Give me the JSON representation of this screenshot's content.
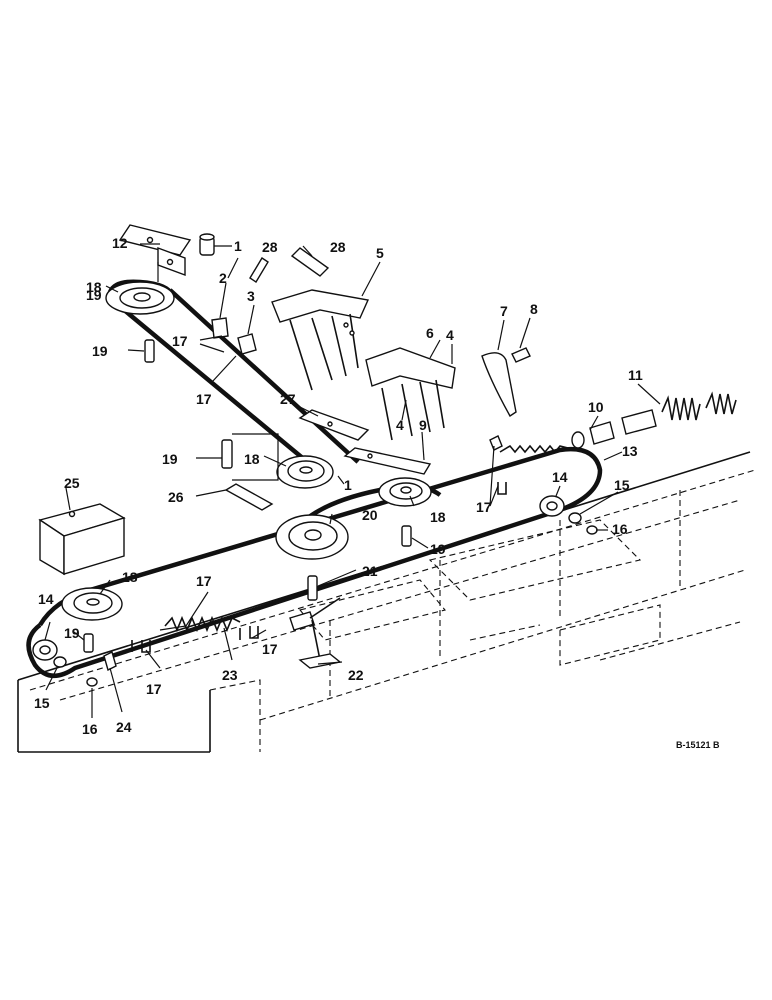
{
  "figure": {
    "reference_code": "B-15121 B",
    "accent_color": "#111111",
    "background_color": "#ffffff"
  },
  "callouts": [
    {
      "id": "c1a",
      "label": "1"
    },
    {
      "id": "c1b",
      "label": "1"
    },
    {
      "id": "c2",
      "label": "2"
    },
    {
      "id": "c3",
      "label": "3"
    },
    {
      "id": "c4a",
      "label": "4"
    },
    {
      "id": "c4b",
      "label": "4"
    },
    {
      "id": "c5",
      "label": "5"
    },
    {
      "id": "c6",
      "label": "6"
    },
    {
      "id": "c7",
      "label": "7"
    },
    {
      "id": "c8",
      "label": "8"
    },
    {
      "id": "c9",
      "label": "9"
    },
    {
      "id": "c10",
      "label": "10"
    },
    {
      "id": "c11",
      "label": "11"
    },
    {
      "id": "c12",
      "label": "12"
    },
    {
      "id": "c13",
      "label": "13"
    },
    {
      "id": "c14a",
      "label": "14"
    },
    {
      "id": "c14b",
      "label": "14"
    },
    {
      "id": "c15a",
      "label": "15"
    },
    {
      "id": "c15b",
      "label": "15"
    },
    {
      "id": "c16a",
      "label": "16"
    },
    {
      "id": "c16b",
      "label": "16"
    },
    {
      "id": "c17a",
      "label": "17"
    },
    {
      "id": "c17b",
      "label": "17"
    },
    {
      "id": "c17c",
      "label": "17"
    },
    {
      "id": "c17d",
      "label": "17"
    },
    {
      "id": "c17e",
      "label": "17"
    },
    {
      "id": "c17f",
      "label": "17"
    },
    {
      "id": "c18a",
      "label": "18"
    },
    {
      "id": "c18b",
      "label": "18"
    },
    {
      "id": "c18c",
      "label": "18"
    },
    {
      "id": "c18d",
      "label": "18"
    },
    {
      "id": "c19a",
      "label": "19"
    },
    {
      "id": "c19b",
      "label": "19"
    },
    {
      "id": "c19c",
      "label": "19"
    },
    {
      "id": "c19d",
      "label": "19"
    },
    {
      "id": "c19e",
      "label": "19"
    },
    {
      "id": "c20",
      "label": "20"
    },
    {
      "id": "c21",
      "label": "21"
    },
    {
      "id": "c22",
      "label": "22"
    },
    {
      "id": "c23",
      "label": "23"
    },
    {
      "id": "c24",
      "label": "24"
    },
    {
      "id": "c25",
      "label": "25"
    },
    {
      "id": "c26",
      "label": "26"
    },
    {
      "id": "c27",
      "label": "27"
    },
    {
      "id": "c28a",
      "label": "28"
    },
    {
      "id": "c28b",
      "label": "28"
    }
  ]
}
